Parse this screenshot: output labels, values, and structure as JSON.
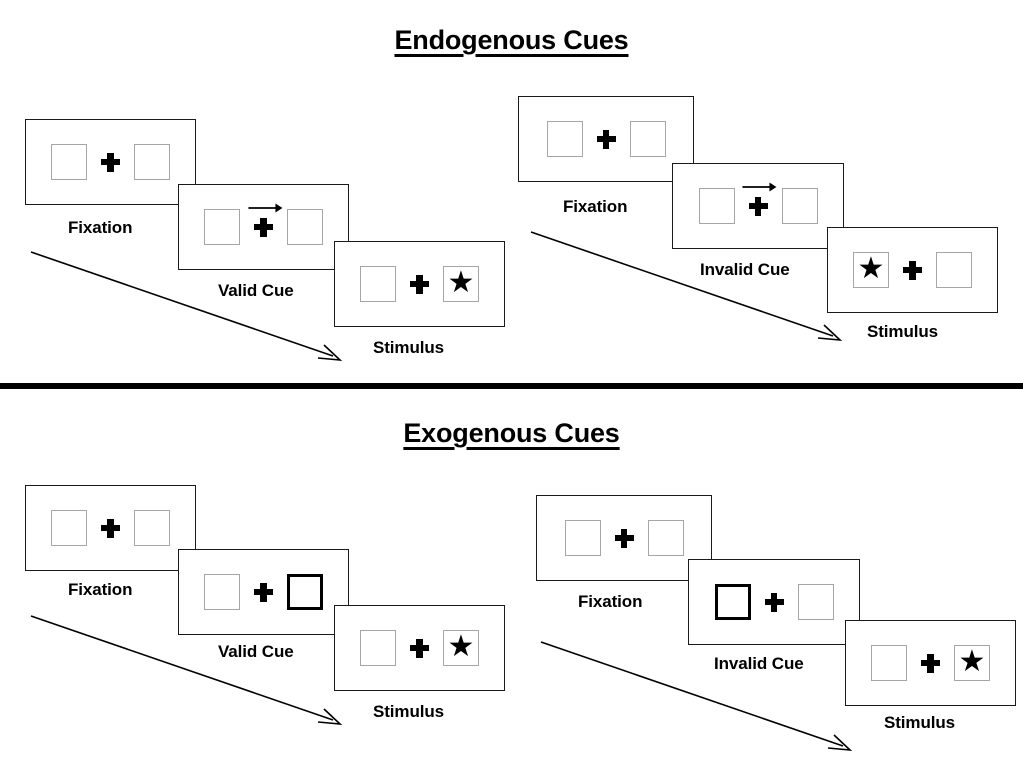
{
  "figure": {
    "title_top": "Endogenous Cues",
    "title_bottom": "Exogenous Cues",
    "colors": {
      "box_border": "#a6a6a6",
      "cued_box_border": "#000000",
      "panel_border": "#1a1a1a",
      "ink": "#000000",
      "background": "#ffffff"
    }
  },
  "sections": [
    {
      "id": "endogenous",
      "title": "Endogenous Cues",
      "sequences": [
        {
          "id": "endogenous-valid",
          "panels": [
            {
              "caption": "Fixation",
              "left_box": {
                "cued": false,
                "content": ""
              },
              "right_box": {
                "cued": false,
                "content": ""
              },
              "arrow_cue": ""
            },
            {
              "caption": "Valid Cue",
              "left_box": {
                "cued": false,
                "content": ""
              },
              "right_box": {
                "cued": false,
                "content": ""
              },
              "arrow_cue": "right"
            },
            {
              "caption": "Stimulus",
              "left_box": {
                "cued": false,
                "content": ""
              },
              "right_box": {
                "cued": false,
                "content": "★"
              },
              "arrow_cue": ""
            }
          ]
        },
        {
          "id": "endogenous-invalid",
          "panels": [
            {
              "caption": "Fixation",
              "left_box": {
                "cued": false,
                "content": ""
              },
              "right_box": {
                "cued": false,
                "content": ""
              },
              "arrow_cue": ""
            },
            {
              "caption": "Invalid Cue",
              "left_box": {
                "cued": false,
                "content": ""
              },
              "right_box": {
                "cued": false,
                "content": ""
              },
              "arrow_cue": "right"
            },
            {
              "caption": "Stimulus",
              "left_box": {
                "cued": false,
                "content": "★"
              },
              "right_box": {
                "cued": false,
                "content": ""
              },
              "arrow_cue": ""
            }
          ]
        }
      ]
    },
    {
      "id": "exogenous",
      "title": "Exogenous Cues",
      "sequences": [
        {
          "id": "exogenous-valid",
          "panels": [
            {
              "caption": "Fixation",
              "left_box": {
                "cued": false,
                "content": ""
              },
              "right_box": {
                "cued": false,
                "content": ""
              },
              "arrow_cue": ""
            },
            {
              "caption": "Valid Cue",
              "left_box": {
                "cued": false,
                "content": ""
              },
              "right_box": {
                "cued": true,
                "content": ""
              },
              "arrow_cue": ""
            },
            {
              "caption": "Stimulus",
              "left_box": {
                "cued": false,
                "content": ""
              },
              "right_box": {
                "cued": false,
                "content": "★"
              },
              "arrow_cue": ""
            }
          ]
        },
        {
          "id": "exogenous-invalid",
          "panels": [
            {
              "caption": "Fixation",
              "left_box": {
                "cued": false,
                "content": ""
              },
              "right_box": {
                "cued": false,
                "content": ""
              },
              "arrow_cue": ""
            },
            {
              "caption": "Invalid Cue",
              "left_box": {
                "cued": true,
                "content": ""
              },
              "right_box": {
                "cued": false,
                "content": ""
              },
              "arrow_cue": ""
            },
            {
              "caption": "Stimulus",
              "left_box": {
                "cued": false,
                "content": ""
              },
              "right_box": {
                "cued": false,
                "content": "★"
              },
              "arrow_cue": ""
            }
          ]
        }
      ]
    }
  ]
}
